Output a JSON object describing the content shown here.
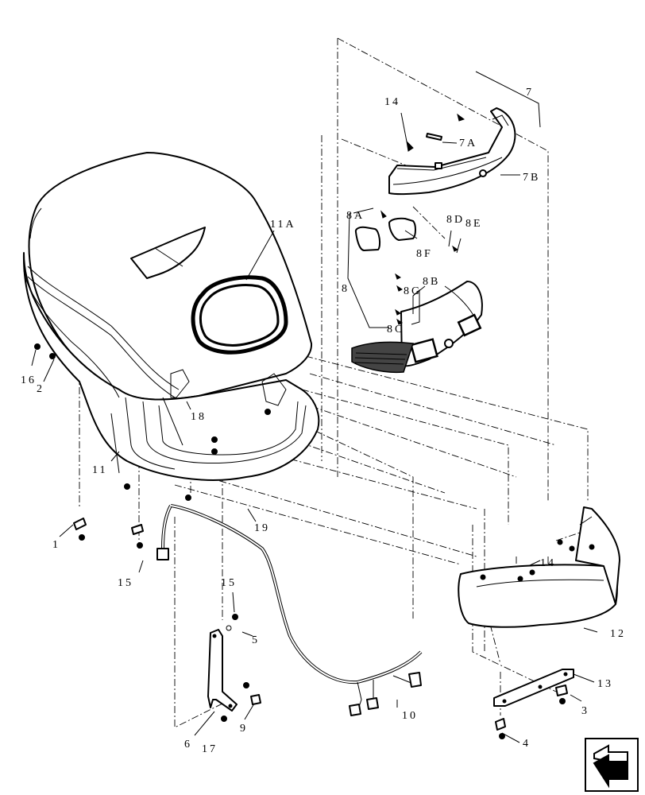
{
  "callouts": [
    {
      "id": "c1",
      "text": "1"
    },
    {
      "id": "c2",
      "text": "2"
    },
    {
      "id": "c3",
      "text": "3"
    },
    {
      "id": "c4",
      "text": "4"
    },
    {
      "id": "c5",
      "text": "5"
    },
    {
      "id": "c6",
      "text": "6"
    },
    {
      "id": "c7",
      "text": "7"
    },
    {
      "id": "c7a",
      "text": "7A"
    },
    {
      "id": "c7b",
      "text": "7B"
    },
    {
      "id": "c8",
      "text": "8"
    },
    {
      "id": "c8a",
      "text": "8A"
    },
    {
      "id": "c8b",
      "text": "8B"
    },
    {
      "id": "c8c",
      "text": "8C"
    },
    {
      "id": "c8d",
      "text": "8D"
    },
    {
      "id": "c8e",
      "text": "8E"
    },
    {
      "id": "c8f",
      "text": "8F"
    },
    {
      "id": "c8g",
      "text": "8G"
    },
    {
      "id": "c9",
      "text": "9"
    },
    {
      "id": "c10",
      "text": "10"
    },
    {
      "id": "c11",
      "text": "11"
    },
    {
      "id": "c11a",
      "text": "11A"
    },
    {
      "id": "c12",
      "text": "12"
    },
    {
      "id": "c13",
      "text": "13"
    },
    {
      "id": "c14a",
      "text": "14"
    },
    {
      "id": "c14b",
      "text": "14"
    },
    {
      "id": "c15a",
      "text": "15"
    },
    {
      "id": "c15b",
      "text": "15"
    },
    {
      "id": "c16",
      "text": "16"
    },
    {
      "id": "c17",
      "text": "17"
    },
    {
      "id": "c18",
      "text": "18"
    },
    {
      "id": "c19",
      "text": "19"
    }
  ],
  "nav": {
    "icon": "arrow-icon"
  },
  "colors": {
    "ink": "#000000",
    "paper": "#ffffff"
  }
}
